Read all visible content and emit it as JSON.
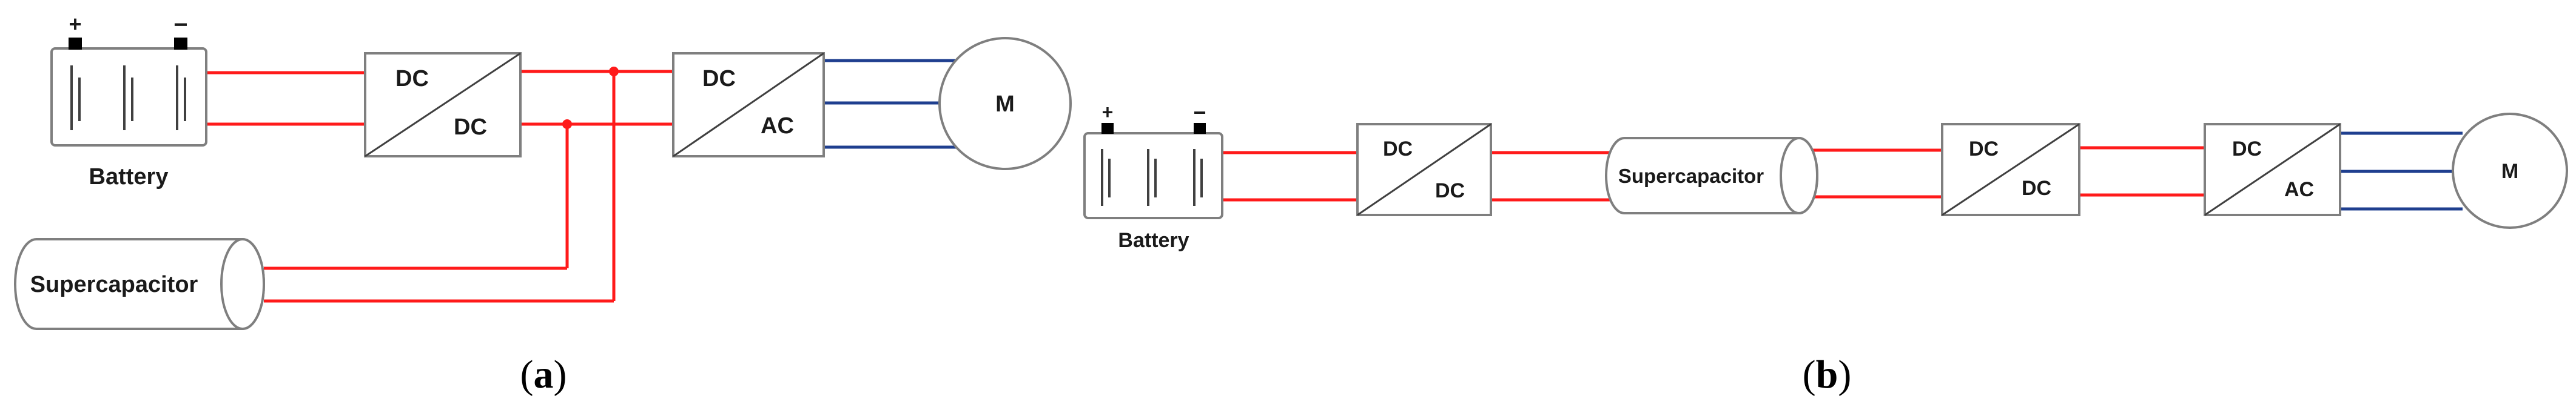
{
  "panel_a": {
    "caption_letter": "a",
    "battery": {
      "label": "Battery",
      "plus": "+",
      "minus": "−"
    },
    "converter_dcdc": {
      "top": "DC",
      "bottom": "DC"
    },
    "converter_dcac": {
      "top": "DC",
      "bottom": "AC"
    },
    "motor": "M",
    "supercapacitor": "Supercapacitor"
  },
  "panel_b": {
    "caption_letter": "b",
    "battery": {
      "label": "Battery",
      "plus": "+",
      "minus": "−"
    },
    "converter_dcdc_1": {
      "top": "DC",
      "bottom": "DC"
    },
    "supercapacitor": "Supercapacitor",
    "converter_dcdc_2": {
      "top": "DC",
      "bottom": "DC"
    },
    "converter_dcac": {
      "top": "DC",
      "bottom": "AC"
    },
    "motor": "M"
  },
  "colors": {
    "dc_wire": "#ff1a1a",
    "ac_wire": "#1f3f8f",
    "outline": "#7f7f7f"
  }
}
